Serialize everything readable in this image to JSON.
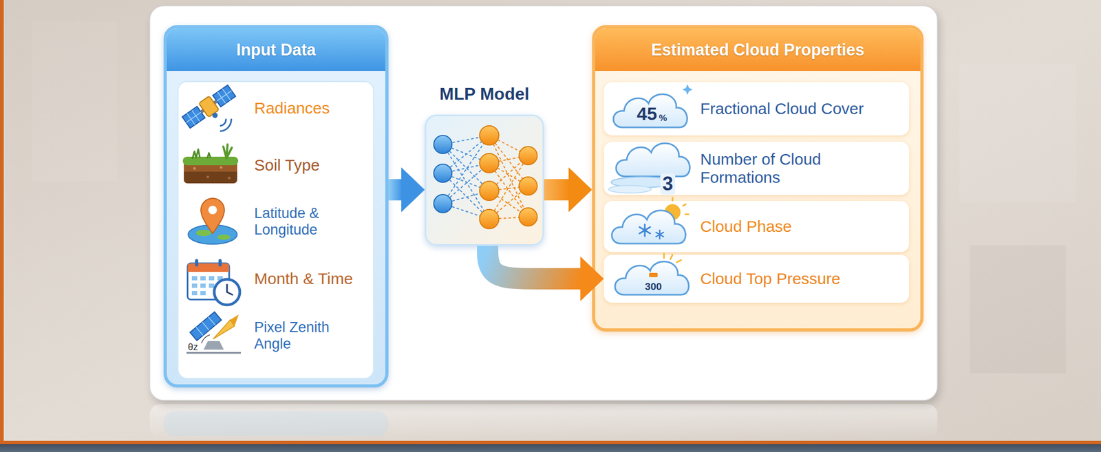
{
  "diagram": {
    "nodes": [
      {
        "text": [
          "Input Data"
        ]
      },
      {
        "text": [
          "Radiances"
        ],
        "in": 0
      },
      {
        "text": [
          "Soil Type"
        ],
        "in": 0
      },
      {
        "text": [
          "Latitude & Longitude"
        ],
        "in": 0
      },
      {
        "text": [
          "Month & Time"
        ],
        "in": 0
      },
      {
        "text": [
          "Pixel Zenith Angle"
        ],
        "in": 0
      },
      {
        "text": [
          "MLP Model"
        ]
      },
      {
        "text": [
          "Estimated Cloud Properties"
        ]
      },
      {
        "text": [
          "Fractional Cloud Cover"
        ],
        "in": 7
      },
      {
        "text": [
          "Number of Cloud Formations"
        ],
        "in": 7
      },
      {
        "text": [
          "Cloud Phase"
        ],
        "in": 7
      },
      {
        "text": [
          "Cloud Top Pressure"
        ],
        "in": 7
      }
    ],
    "edges": [
      {
        "from": 0,
        "to": 6,
        "arrow": "to"
      },
      {
        "from": 6,
        "to": 7,
        "arrow": "to"
      },
      {
        "from": 6,
        "to": 11,
        "arrow": "to"
      }
    ],
    "labels": [
      "45",
      "%",
      "3",
      "300",
      "θz"
    ]
  }
}
